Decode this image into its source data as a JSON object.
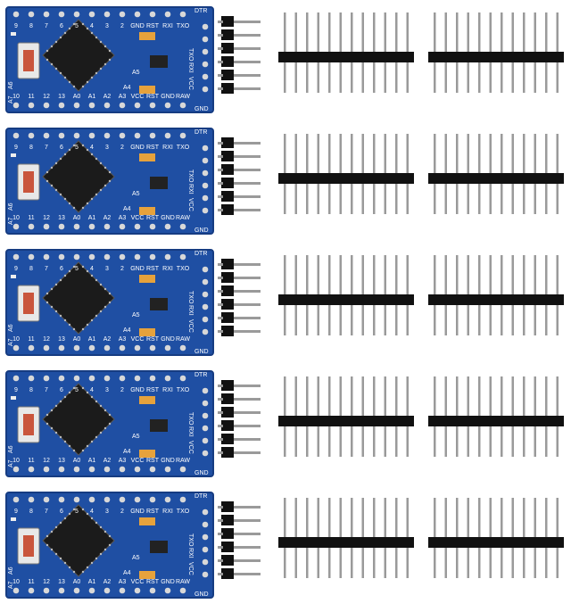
{
  "board_labels": {
    "dtr": "DTR",
    "txo": "TXO",
    "rxi": "RXI",
    "vcc": "VCC",
    "gnd": "GND",
    "raw": "RAW",
    "rst": "RST",
    "a4": "A4",
    "a5": "A5",
    "a6": "A6",
    "a7": "A7",
    "top_pins": [
      "9",
      "8",
      "7",
      "6",
      "5",
      "4",
      "3",
      "2",
      "GND",
      "RST",
      "RXI",
      "TXO"
    ],
    "bottom_pins": [
      "10",
      "11",
      "12",
      "13",
      "A0",
      "A1",
      "A2",
      "A3",
      "VCC",
      "RST",
      "GND",
      "RAW"
    ]
  },
  "rows": [
    {
      "id": "row-1"
    },
    {
      "id": "row-2"
    },
    {
      "id": "row-3"
    },
    {
      "id": "row-4"
    },
    {
      "id": "row-5"
    }
  ],
  "colors": {
    "pcb_blue": "#1f4fa3",
    "pcb_edge": "#163c82",
    "chip_black": "#1b1b1b",
    "button_red": "#c9553c",
    "cap_orange": "#e6a23c",
    "pad_gold": "#d8d8d8",
    "header_black": "#111111",
    "pin_gray": "#9a9a9a"
  }
}
